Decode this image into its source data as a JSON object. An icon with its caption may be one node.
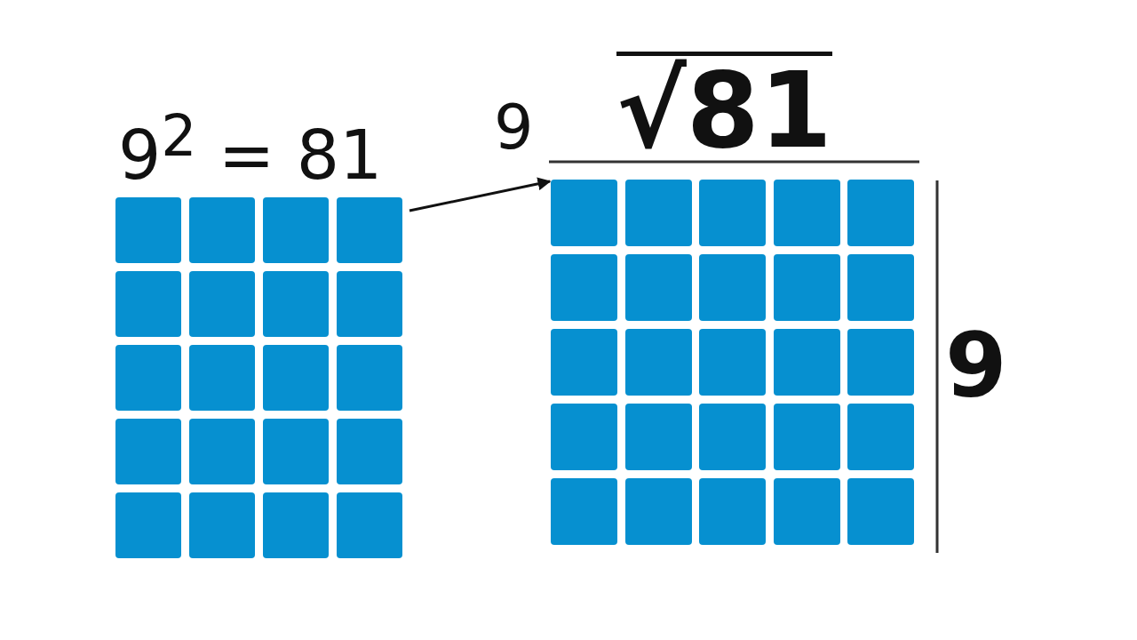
{
  "diagram": {
    "nodes": [
      {
        "text": [],
        "shape": "grid"
      },
      {
        "text": [],
        "shape": "grid"
      }
    ],
    "edges": [
      {
        "from": 0,
        "to": 1,
        "arrow": "to"
      }
    ],
    "labels": [
      "9$^{2}$ = 81",
      "9",
      "√81",
      "9"
    ]
  }
}
